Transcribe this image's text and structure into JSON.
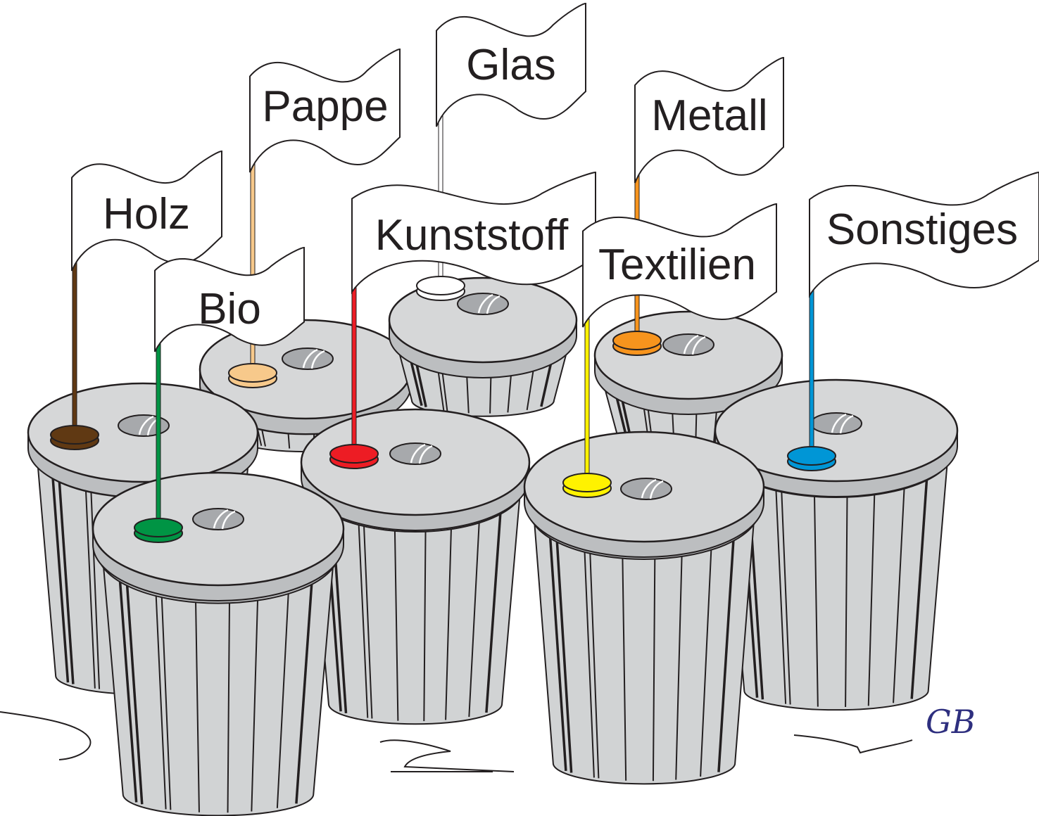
{
  "colors": {
    "outline": "#231f20",
    "bin_body": "#d1d3d4",
    "lid_top": "#d6d7d8",
    "lid_rim": "#bcbec0",
    "slot": "#a7a9ac",
    "flag": "#ffffff"
  },
  "bins": [
    {
      "id": "holz",
      "label": "Holz",
      "pole_color": "#603913"
    },
    {
      "id": "pappe",
      "label": "Pappe",
      "pole_color": "#f7c98b"
    },
    {
      "id": "glas",
      "label": "Glas",
      "pole_color": "#ffffff"
    },
    {
      "id": "metall",
      "label": "Metall",
      "pole_color": "#f7941d"
    },
    {
      "id": "kunststoff",
      "label": "Kunststoff",
      "pole_color": "#ed1c24"
    },
    {
      "id": "bio",
      "label": "Bio",
      "pole_color": "#009444"
    },
    {
      "id": "textilien",
      "label": "Textilien",
      "pole_color": "#fff200"
    },
    {
      "id": "sonstiges",
      "label": "Sonstiges",
      "pole_color": "#0096d6"
    }
  ],
  "signature": {
    "text": "GB"
  }
}
